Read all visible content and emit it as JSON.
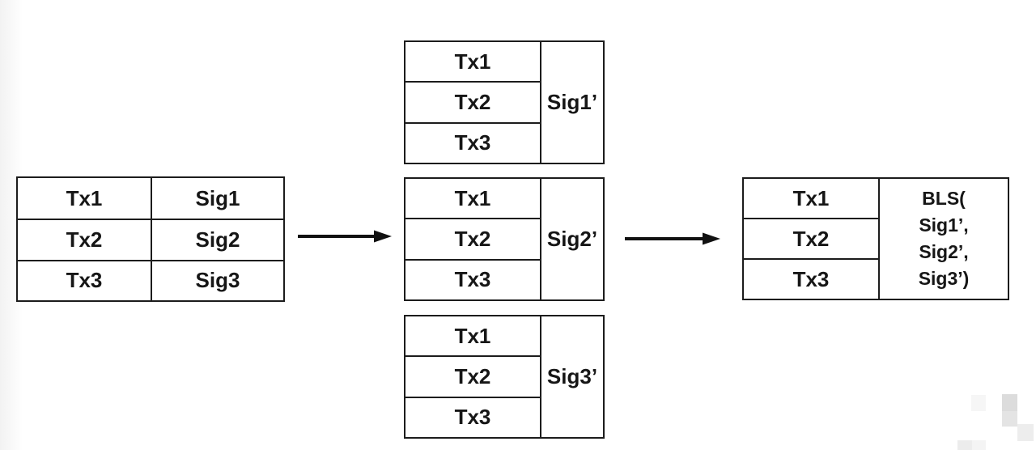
{
  "colors": {
    "background": "#ffffff",
    "border": "#1c1c1c",
    "text": "#161616",
    "edge_strip": "#f2f2f2"
  },
  "input_table": {
    "rows": [
      {
        "tx": "Tx1",
        "sig": "Sig1"
      },
      {
        "tx": "Tx2",
        "sig": "Sig2"
      },
      {
        "tx": "Tx3",
        "sig": "Sig3"
      }
    ]
  },
  "node_tables": [
    {
      "txs": [
        "Tx1",
        "Tx2",
        "Tx3"
      ],
      "sig": "Sig1’"
    },
    {
      "txs": [
        "Tx1",
        "Tx2",
        "Tx3"
      ],
      "sig": "Sig2’"
    },
    {
      "txs": [
        "Tx1",
        "Tx2",
        "Tx3"
      ],
      "sig": "Sig3’"
    }
  ],
  "aggregate_table": {
    "txs": [
      "Tx1",
      "Tx2",
      "Tx3"
    ],
    "bls_lines": [
      "BLS(",
      "Sig1’,",
      "Sig2’,",
      "Sig3’)"
    ]
  },
  "icons": {
    "arrow_1": "right-arrow",
    "arrow_2": "right-arrow"
  }
}
